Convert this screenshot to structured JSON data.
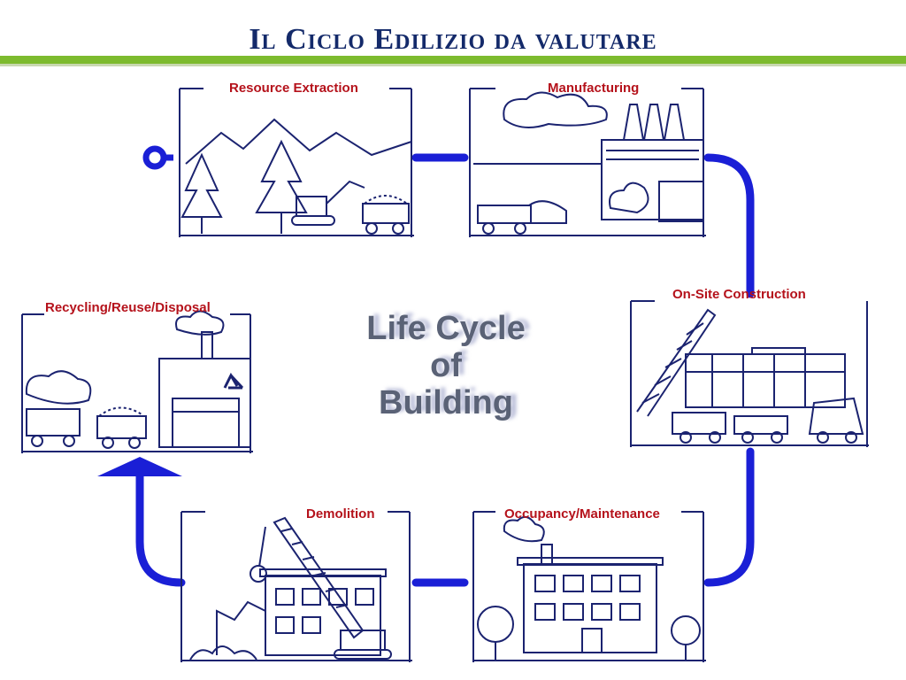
{
  "slide": {
    "title": "Il Ciclo Edilizio da valutare"
  },
  "center": {
    "line1": "Life Cycle",
    "line2": "of",
    "line3": "Building"
  },
  "stages": {
    "resource_extraction": "Resource Extraction",
    "manufacturing": "Manufacturing",
    "on_site_construction": "On-Site Construction",
    "occupancy_maintenance": "Occupancy/Maintenance",
    "demolition": "Demolition",
    "recycling": "Recycling/Reuse/Disposal"
  },
  "colors": {
    "arrow_blue": "#1a1fd6",
    "drawing_blue": "#1b2370",
    "label_red": "#b5121b",
    "title_navy": "#142a6a",
    "accent_green": "#7dbb2e"
  },
  "icons": {
    "recycle": "recycle-icon"
  }
}
